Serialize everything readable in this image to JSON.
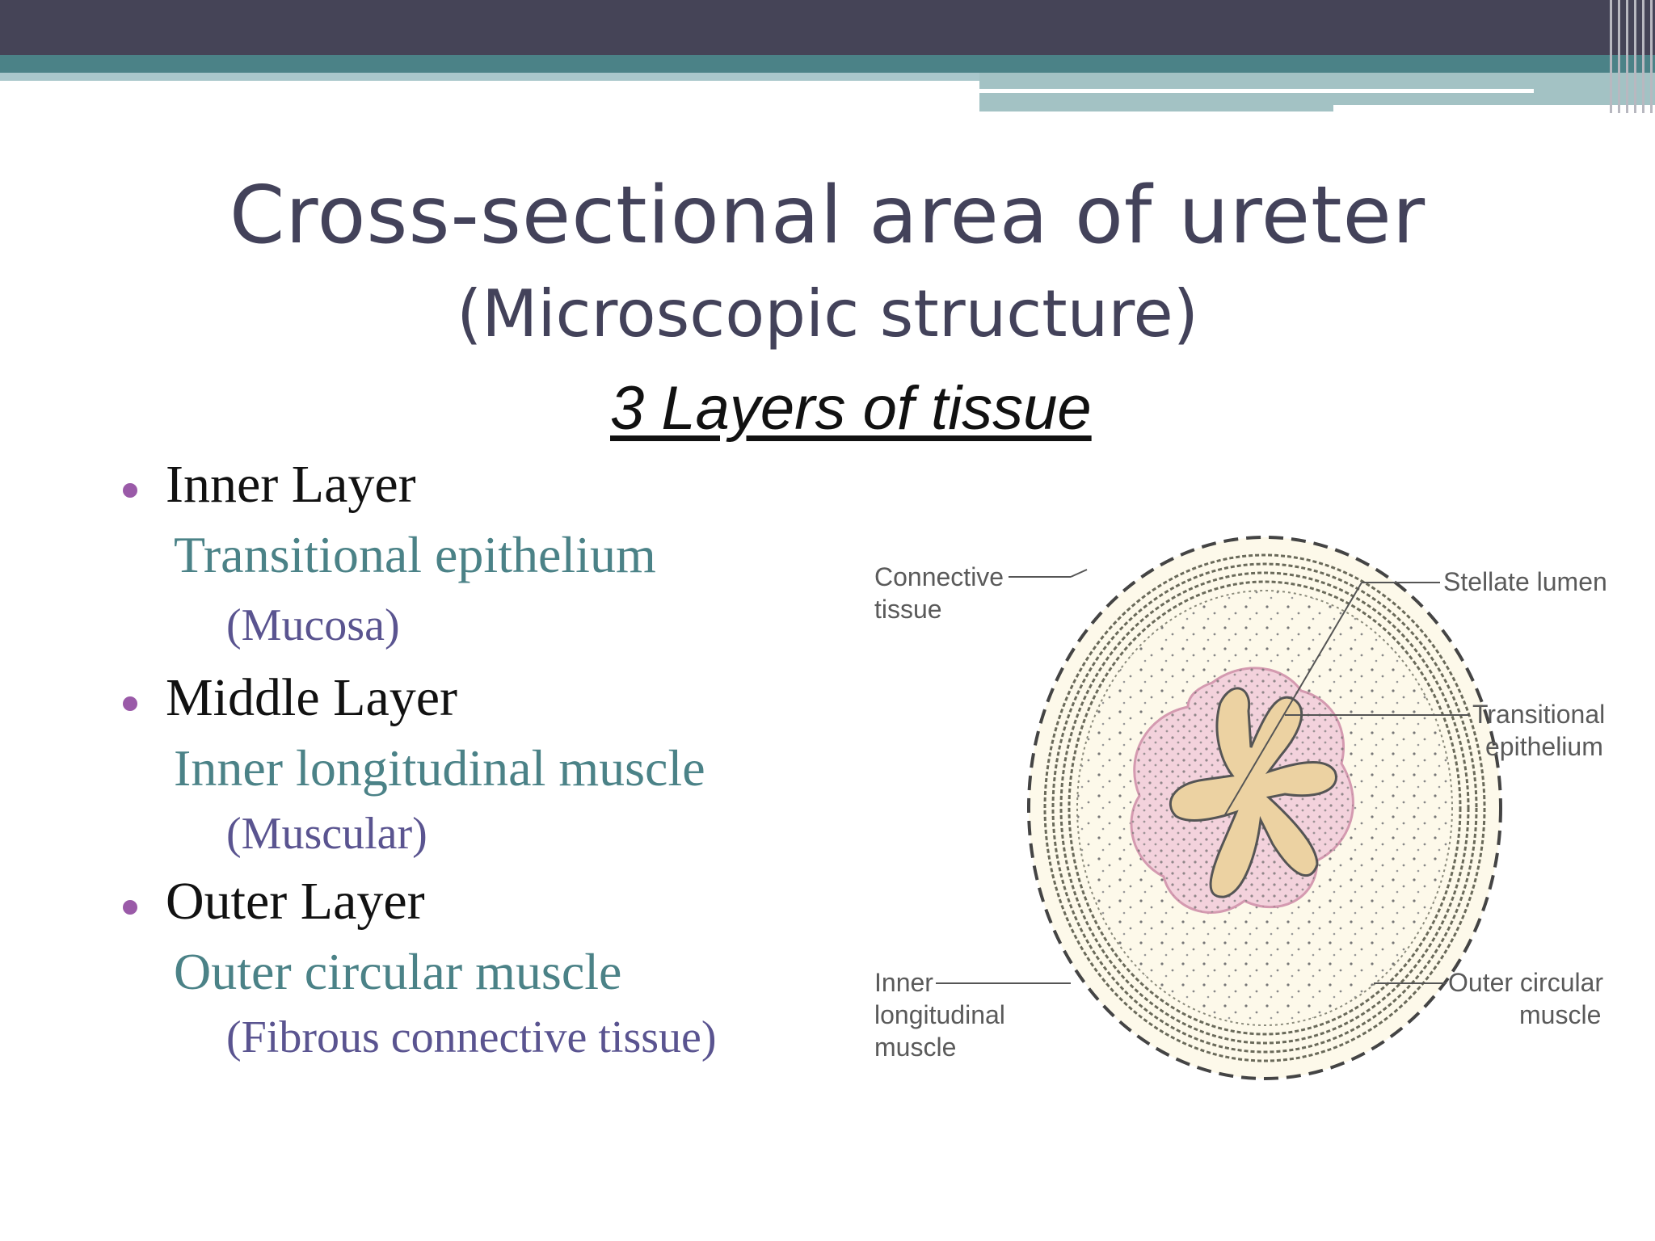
{
  "slide": {
    "title": "Cross-sectional area of ureter",
    "subtitle": "(Microscopic structure)",
    "layers_heading": "3 Layers of tissue",
    "layers": [
      {
        "name": "Inner Layer",
        "description": "Transitional epithelium",
        "sub": "(Mucosa)"
      },
      {
        "name": "Middle Layer",
        "description": "Inner longitudinal muscle",
        "sub": "(Muscular)"
      },
      {
        "name": "Outer Layer",
        "description": "Outer circular muscle",
        "sub": "(Fibrous connective tissue)"
      }
    ]
  },
  "diagram": {
    "labels": {
      "connective_tissue_1": "Connective",
      "connective_tissue_2": "tissue",
      "stellate_lumen": "Stellate lumen",
      "transitional_1": "Transitional",
      "transitional_2": "epithelium",
      "inner_long_1": "Inner",
      "inner_long_2": "longitudinal",
      "inner_long_3": "muscle",
      "outer_circ_1": "Outer circular",
      "outer_circ_2": "muscle"
    }
  },
  "colors": {
    "header": "#454457",
    "teal": "#4b8287",
    "bullet": "#9a5aa8",
    "title_text": "#43425a",
    "description_text": "#4b8287",
    "sub_text": "#5a5490"
  }
}
